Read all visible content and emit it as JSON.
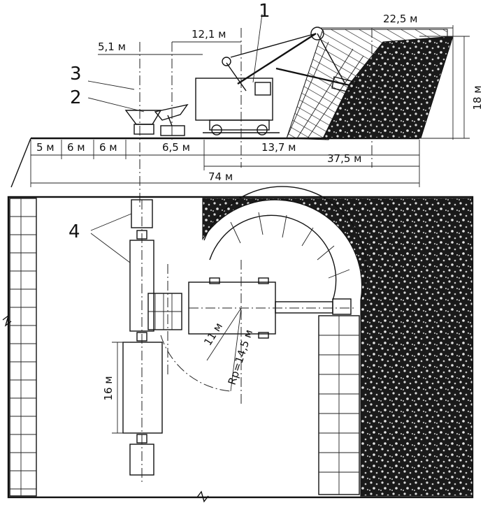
{
  "labels": {
    "n1": "1",
    "n2": "2",
    "n3": "3",
    "n4": "4"
  },
  "dims": {
    "d22_5": "22,5 м",
    "d18": "18 м",
    "d12_1": "12,1 м",
    "d5_1": "5,1 м",
    "d5": "5 м",
    "d6a": "6 м",
    "d6b": "6 м",
    "d6_5": "6,5 м",
    "d13_7": "13,7 м",
    "d37_5": "37,5 м",
    "d74": "74 м",
    "d16": "16 м",
    "d11": "11 м",
    "rp": "Rр=14,5 м"
  }
}
